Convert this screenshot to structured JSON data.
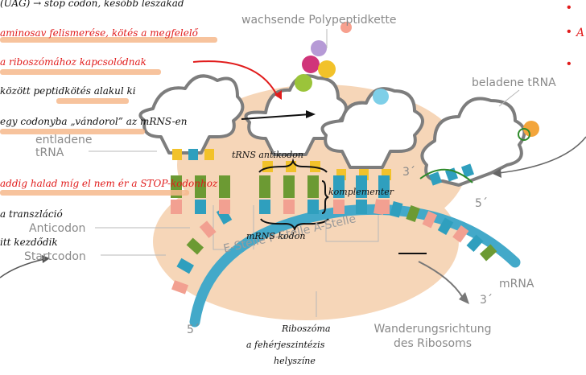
{
  "diagram": {
    "printed_labels": {
      "growing_chain": "wachsende Polypeptidkette",
      "loaded_trna": "beladene tRNA",
      "unloaded_trna": "entladene\ntRNA",
      "anticodon": "Anticodon",
      "startcodon": "Startcodon",
      "sites": "E-Stelle P-Stelle A-Stelle",
      "mrna": "mRNA",
      "five_prime_left": "5´",
      "five_prime_right": "5´",
      "three_prime_top": "3´",
      "three_prime_bottom": "3´",
      "direction": "Wanderungsrichtung\ndes Ribosoms"
    },
    "handwritten_notes": {
      "left_1": "(UAG) → stop codon, kesőbb leszakad",
      "left_2": "aminosav felismerése, kötés a megfelelő",
      "left_3": "a riboszómához kapcsolódnak",
      "left_4": "között peptidkötés alakul ki",
      "left_5": "egy codonyba „vándorol” az mRNS-en",
      "left_6": "addig halad míg el nem ér a STOP-kodonhoz",
      "left_7": "a transzláció",
      "left_8": "itt kezdődik",
      "trna_anticodon": "tRNS antikodon",
      "complementary": "komplementer",
      "mrna_codon": "mRNS kodon",
      "ribosome_1": "Riboszóma",
      "ribosome_2": "a fehérjeszintézis",
      "ribosome_3": "helyszíne"
    },
    "colors": {
      "ribosome": "#f6d6b8",
      "trna": "#ffffff",
      "trna_outline": "#7d7d7d",
      "mrna": "#43a9c9",
      "green_base": "#6c9a33",
      "pink_base": "#f2a091",
      "yellow_base": "#f2c22a",
      "teal_base": "#2f9fbe",
      "annotation_red": "#e11c1c",
      "highlight": "#f6b98c"
    }
  }
}
